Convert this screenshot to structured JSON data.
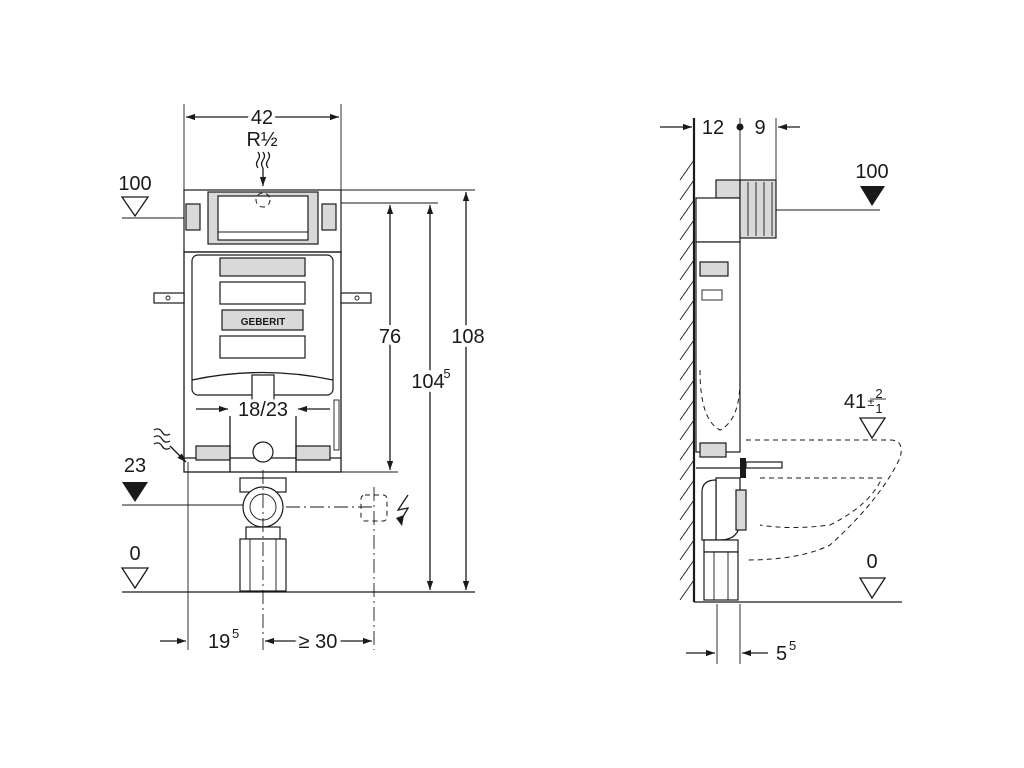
{
  "front_view": {
    "width_dim": "42",
    "thread_label": "R½",
    "level_top": "100",
    "level_inlet": "23",
    "level_floor": "0",
    "height_frame": "76",
    "height_mid_base": "104",
    "height_mid_exp": "5",
    "height_total": "108",
    "drain_width": "18/23",
    "offset_left_base": "19",
    "offset_left_exp": "5",
    "offset_right": "≥ 30",
    "brand_label": "GEBERIT"
  },
  "side_view": {
    "depth_left": "12",
    "depth_right": "9",
    "level_top": "100",
    "bowl_level": "41",
    "tol_plus": "2",
    "tol_minus": "1",
    "level_floor": "0",
    "bottom_base": "5",
    "bottom_exp": "5"
  },
  "icons": [
    "water-supply-icon",
    "electrical-connection-icon",
    "wall-hatch"
  ]
}
